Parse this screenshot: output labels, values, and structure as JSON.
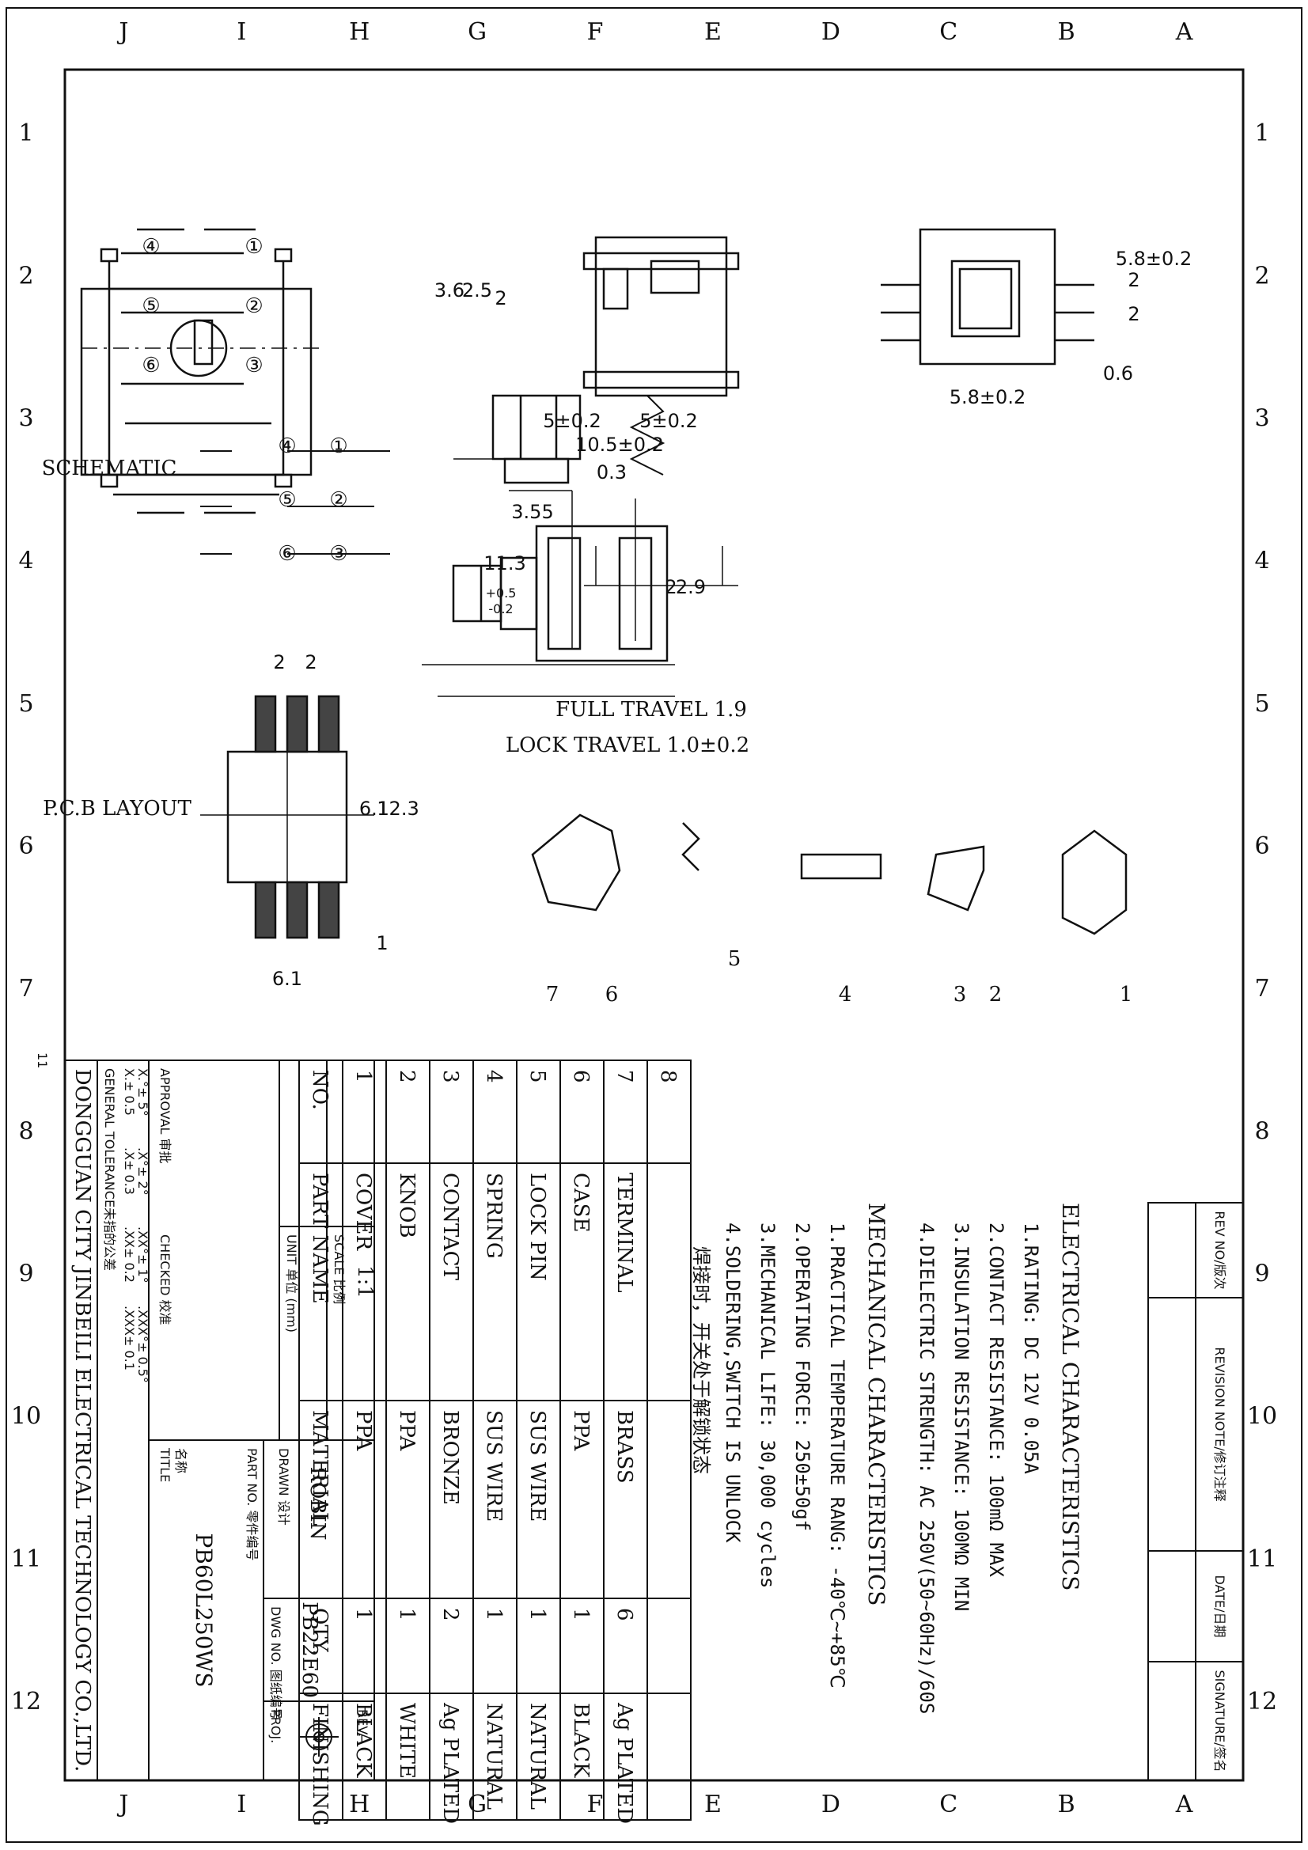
{
  "zones": {
    "top": [
      "J",
      "I",
      "H",
      "G",
      "F",
      "E",
      "D",
      "C",
      "B",
      "A"
    ],
    "side": [
      "1",
      "2",
      "3",
      "4",
      "5",
      "6",
      "7",
      "8",
      "9",
      "10",
      "11",
      "12"
    ]
  },
  "top_view": {
    "pins": [
      "④",
      "⑤",
      "⑥",
      "①",
      "②",
      "③"
    ]
  },
  "side_dims": {
    "d1": "5±0.2",
    "d2": "5±0.2",
    "d3": "3.6",
    "d4": "2.5",
    "d5": "2"
  },
  "front_dims": {
    "w": "5.8±0.2",
    "h": "5.8±0.2",
    "p1": "2",
    "p2": "2",
    "t": "0.6"
  },
  "schematic": {
    "title": "SCHEMATIC",
    "pins": [
      "④",
      "⑤",
      "⑥",
      "①",
      "②",
      "③"
    ]
  },
  "section_dims": {
    "l": "10.5±0.2",
    "a": "0.3",
    "b": "3.55",
    "h": "11.3",
    "tol_up": "+0.5",
    "tol_dn": "-0.2",
    "k1": "2.9",
    "k2": "2",
    "full": "FULL TRAVEL 1.9",
    "lock": "LOCK TRAVEL 1.0±0.2"
  },
  "pcb": {
    "title": "P.C.B LAYOUT",
    "p1": "2",
    "p2": "2",
    "h": "12.3",
    "w2": "6.1",
    "w": "6.1",
    "g": "1"
  },
  "parts_callouts": [
    "1",
    "2",
    "3",
    "4",
    "5",
    "6",
    "7"
  ],
  "revision": {
    "h1": "REV NO/版次",
    "h2": "REVISION NOTE/修订注释",
    "h3": "DATE/日期",
    "h4": "SIGNATURE/签名"
  },
  "elec": {
    "title": "ELECTRICAL CHARACTERISTICS",
    "items": [
      "1.RATING: DC 12V 0.05A",
      "2.CONTACT RESISTANCE: 100mΩ MAX",
      "3.INSULATION RESISTANCE: 100MΩ MIN",
      "4.DIELECTRIC STRENGTH: AC 250V(50~60Hz)/60S"
    ]
  },
  "mech": {
    "title": "MECHANICAL CHARACTERISTICS",
    "items": [
      "1.PRACTICAL TEMPERATURE RANG: -40℃~+85℃",
      "2.OPERATING FORCE: 250±50gf",
      "3.MECHANICAL LIFE: 30,000 cycles",
      "4.SOLDERING,SWITCH IS UNLOCK",
      "焊接时，开关处于解锁状态"
    ]
  },
  "bom": {
    "headers": [
      "NO.",
      "PART NAME",
      "MATERIAL",
      "QTY.",
      "FINISHING"
    ],
    "rows": [
      [
        "8",
        "",
        "",
        "",
        ""
      ],
      [
        "7",
        "TERMINAL",
        "BRASS",
        "6",
        "Ag PLATED"
      ],
      [
        "6",
        "CASE",
        "PPA",
        "1",
        "BLACK"
      ],
      [
        "5",
        "LOCK PIN",
        "SUS WIRE",
        "1",
        "NATURAL"
      ],
      [
        "4",
        "SPRING",
        "SUS WIRE",
        "1",
        "NATURAL"
      ],
      [
        "3",
        "CONTACT",
        "BRONZE",
        "2",
        "Ag PLATED"
      ],
      [
        "2",
        "KNOB",
        "PPA",
        "1",
        "WHITE"
      ],
      [
        "1",
        "COVER",
        "PPA",
        "1",
        "BLACK"
      ]
    ]
  },
  "title_block": {
    "company": "DONGGUAN CITY JINBEILI ELECTRICAL TECHNOLOGY CO.,LTD.",
    "tol_title": "GENERAL TOLERANCE未指的公差",
    "tol": [
      "X.± 0.5",
      "X.°± 5°",
      ".X± 0.3",
      ".X°± 2°",
      ".XX± 0.2",
      ".XX°± 1°",
      ".XXX± 0.1",
      ".XXX°± 0.5°"
    ],
    "approval": "APPROVAL 审批",
    "checked": "CHECKED 校准",
    "title_lbl": "TITLE",
    "name_lbl": "名称",
    "title": "PB60L250WS",
    "partno_lbl": "PART NO. 零件编号",
    "dwg_lbl": "DWG NO. 图纸编号",
    "dwg": "PB22E60",
    "drawn_lbl": "DRAWN 设计",
    "drawn": "ROBIN",
    "unit_lbl": "UNIT 单位 (mm)",
    "scale_lbl": "SCALE 比例",
    "scale": "1:1",
    "proj_lbl": "PROJ.",
    "rev_lbl": "REV.",
    "sheet": "11"
  }
}
